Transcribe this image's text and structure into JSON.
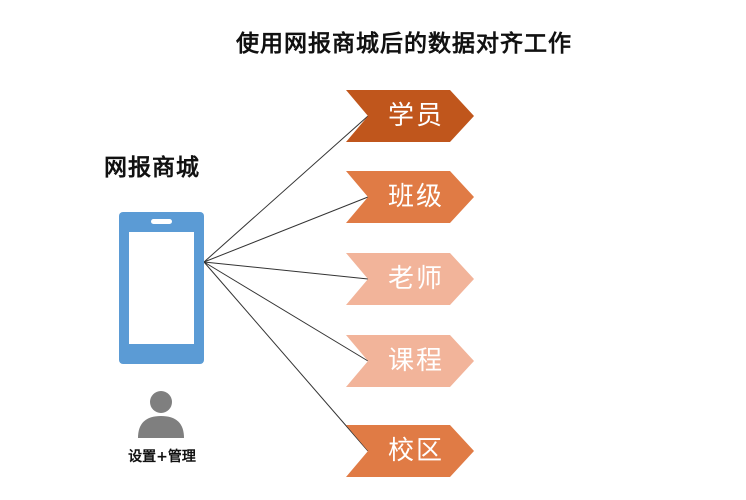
{
  "title": "使用网报商城后的数据对齐工作",
  "platform": {
    "label": "网报商城",
    "icon": "smartphone-icon",
    "color": "#5b9bd5"
  },
  "user": {
    "icon": "user-icon",
    "caption": "设置+管理",
    "color": "#7f7f7f"
  },
  "targets": [
    {
      "label": "学员",
      "color": "#c0561c"
    },
    {
      "label": "班级",
      "color": "#e07b45"
    },
    {
      "label": "老师",
      "color": "#f2b49a"
    },
    {
      "label": "课程",
      "color": "#f2b49a"
    },
    {
      "label": "校区",
      "color": "#e07b45"
    }
  ],
  "connector_color": "#333333"
}
